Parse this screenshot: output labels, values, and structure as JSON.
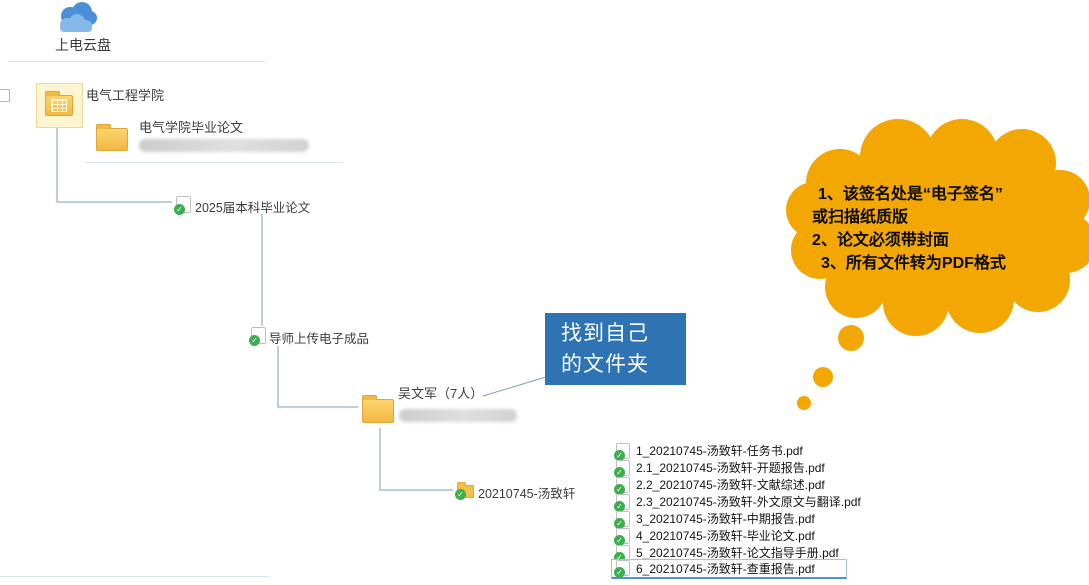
{
  "drive": {
    "name": "上电云盘"
  },
  "tree": {
    "root": {
      "label": "电气工程学院"
    },
    "thesis_folder": {
      "label": "电气学院毕业论文"
    },
    "year_folder": {
      "label": "2025届本科毕业论文"
    },
    "upload_folder": {
      "label": "导师上传电子成品"
    },
    "advisor_folder": {
      "label": "吴文军（7人）"
    },
    "student_folder": {
      "label": "20210745-汤致轩"
    }
  },
  "files": [
    "1_20210745-汤致轩-任务书.pdf",
    "2.1_20210745-汤致轩-开题报告.pdf",
    "2.2_20210745-汤致轩-文献综述.pdf",
    "2.3_20210745-汤致轩-外文原文与翻译.pdf",
    "3_20210745-汤致轩-中期报告.pdf",
    "4_20210745-汤致轩-毕业论文.pdf",
    "5_20210745-汤致轩-论文指导手册.pdf",
    "6_20210745-汤致轩-查重报告.pdf"
  ],
  "callout": {
    "line1": "找到自己",
    "line2": "的文件夹"
  },
  "bubble": {
    "lines": [
      "1、该签名处是“电子签名”",
      "或扫描纸质版",
      "2、论文必须带封面",
      "3、所有文件转为PDF格式"
    ]
  },
  "colors": {
    "bubble": "#F2A702",
    "callout": "#2E74B5",
    "connector": "#7F9DB9",
    "check-green": "#3BAE4E",
    "divider": "#DCE6F2"
  }
}
